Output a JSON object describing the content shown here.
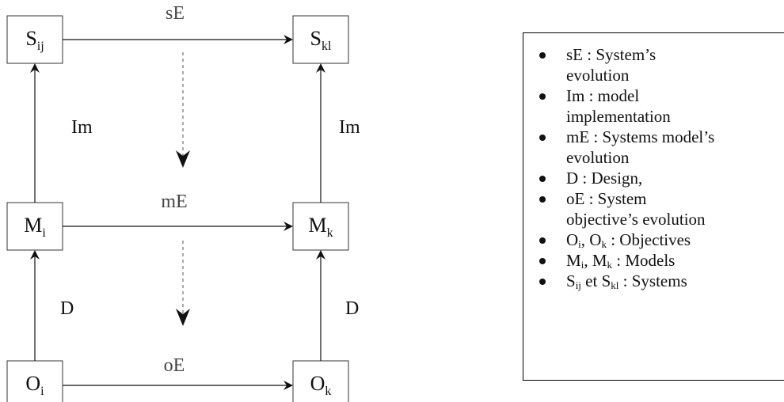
{
  "nodes": {
    "S_ij": {
      "base": "S",
      "sub": "ij"
    },
    "S_kl": {
      "base": "S",
      "sub": "kl"
    },
    "M_i": {
      "base": "M",
      "sub": "i"
    },
    "M_k": {
      "base": "M",
      "sub": "k"
    },
    "O_i": {
      "base": "O",
      "sub": "i"
    },
    "O_k": {
      "base": "O",
      "sub": "k"
    }
  },
  "edge_labels": {
    "sE": "sE",
    "mE": "mE",
    "oE": "oE",
    "Im_left": "Im",
    "Im_right": "Im",
    "D_left": "D",
    "D_right": "D"
  },
  "legend": {
    "items": [
      {
        "line1": "sE : System’s",
        "line2": "evolution"
      },
      {
        "line1": "Im : model",
        "line2": "implementation"
      },
      {
        "line1": "mE : Systems model’s",
        "line2": "evolution"
      },
      {
        "line1": "D : Design,"
      },
      {
        "line1": "oE : System",
        "line2": "objective’s evolution"
      },
      {
        "o_base": "O",
        "o_sub": "i",
        "o_sep": ", ",
        "o2_base": "O",
        "o2_sub": "k",
        "o_rest": " : Objectives"
      },
      {
        "m_base": "M",
        "m_sub": "i",
        "m_sep": ", ",
        "m2_base": "M",
        "m2_sub": "k",
        "m_rest": " : Models"
      },
      {
        "s_base": "S",
        "s_sub": "ij",
        "s_sep": " et ",
        "s2_base": "S",
        "s2_sub": "kl",
        "s_rest": " : Systems"
      }
    ]
  },
  "colors": {
    "line": "#111111",
    "dashed": "#555555",
    "edge_label": "#444444"
  }
}
